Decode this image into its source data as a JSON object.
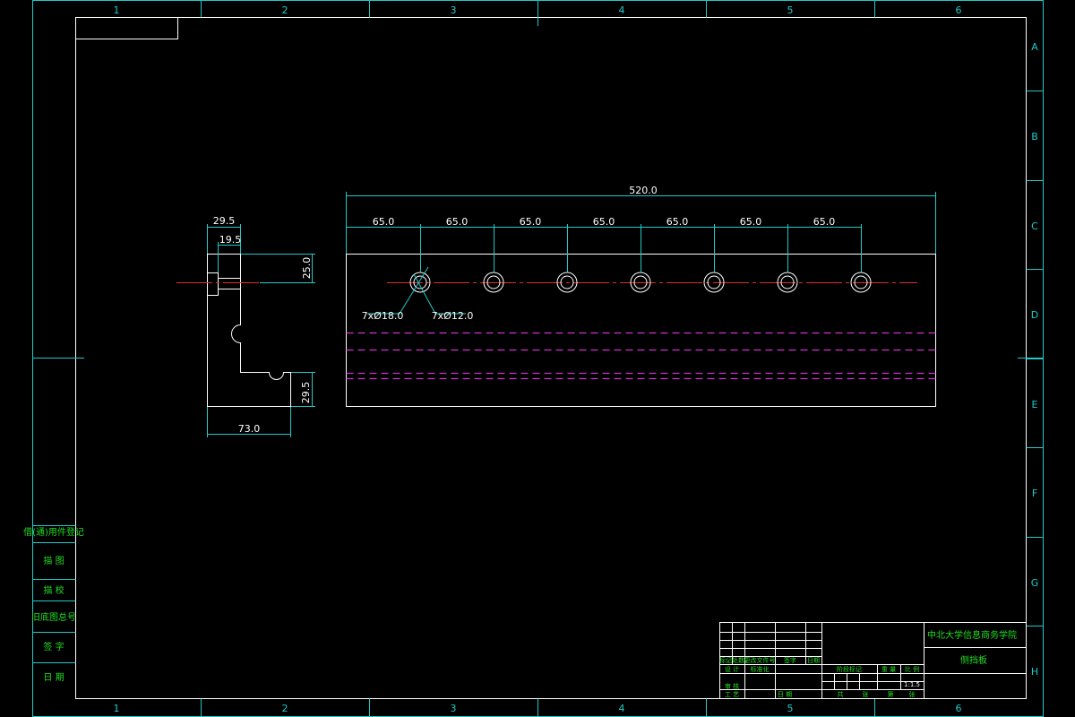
{
  "colors": {
    "background": "#000000",
    "frame": "#ffffff",
    "dimension": "#21c9c9",
    "centerline": "#e0302a",
    "hidden": "#cc33cc",
    "title_text": "#22dd22"
  },
  "zones": {
    "columns": [
      "1",
      "2",
      "3",
      "4",
      "5",
      "6"
    ],
    "rows": [
      "A",
      "B",
      "C",
      "D",
      "E",
      "F",
      "G",
      "H"
    ]
  },
  "side_view": {
    "dim_top_width": "29.5",
    "dim_inner_width": "19.5",
    "dim_top_height": "25.0",
    "dim_bottom_height": "29.5",
    "dim_base_width": "73.0"
  },
  "front_view": {
    "dim_overall": "520.0",
    "pitch_dims": [
      "65.0",
      "65.0",
      "65.0",
      "65.0",
      "65.0",
      "65.0",
      "65.0"
    ],
    "hole_label_outer": "7xØ18.0",
    "hole_label_inner": "7xØ12.0"
  },
  "side_table": [
    "借(通)用件登记",
    "描 图",
    "描 校",
    "旧底图总号",
    "签 字",
    "日 期"
  ],
  "title_block": {
    "school": "中北大学信息商务学院",
    "part_name": "侧挡板",
    "header_row": [
      "标记",
      "处数",
      "更改文件号",
      "签字",
      "日期"
    ],
    "row_design": [
      "设 计",
      "标准化",
      "阶段标记",
      "重 量",
      "比 例"
    ],
    "row_review": "审 核",
    "row_process": [
      "工 艺",
      "日 期"
    ],
    "sheet_labels": [
      "共",
      "张",
      "第",
      "张"
    ],
    "scale": "1:1.5"
  }
}
